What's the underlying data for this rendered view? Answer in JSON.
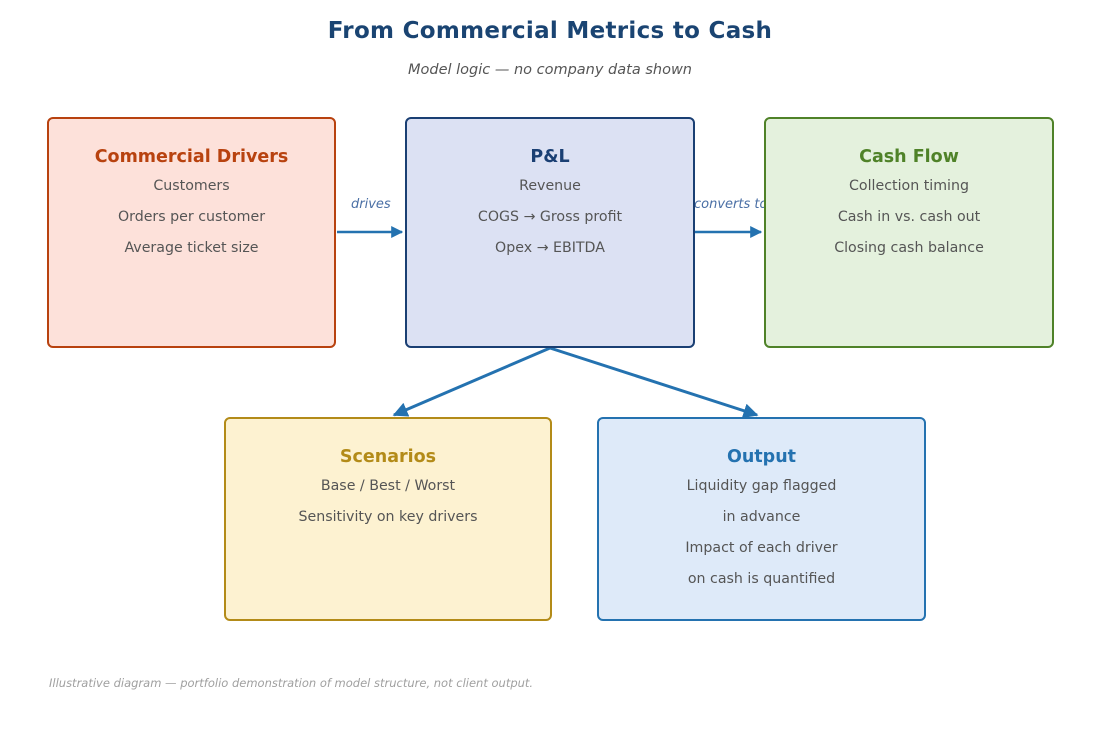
{
  "title": "From Commercial Metrics to Cash",
  "subtitle": "Model logic — no company data shown",
  "boxes": {
    "drivers": {
      "title": "Commercial Drivers",
      "lines": [
        "Customers",
        "Orders per customer",
        "Average ticket size"
      ]
    },
    "pl": {
      "title": "P&L",
      "lines": [
        "Revenue",
        "COGS → Gross profit",
        "Opex → EBITDA"
      ]
    },
    "cash": {
      "title": "Cash Flow",
      "lines": [
        "Collection timing",
        "Cash in vs. cash out",
        "Closing cash balance"
      ]
    },
    "scenarios": {
      "title": "Scenarios",
      "lines": [
        "Base / Best / Worst",
        "Sensitivity on key drivers"
      ]
    },
    "output": {
      "title": "Output",
      "lines": [
        "Liquidity gap flagged",
        "in advance",
        "Impact of each driver",
        "on cash is quantified"
      ]
    }
  },
  "edges": {
    "drives": "drives",
    "converts_to": "converts to"
  },
  "footnote": "Illustrative diagram — portfolio demonstration of model structure, not client output.",
  "colors": {
    "arrow": "#2472b0",
    "title": "#1a4472"
  }
}
